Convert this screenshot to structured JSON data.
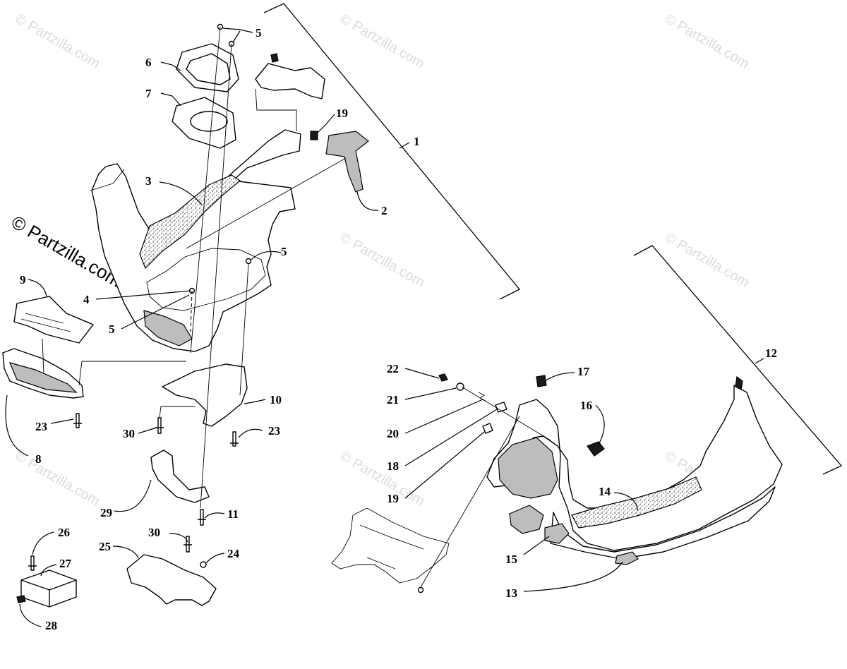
{
  "watermarks": {
    "small": "© Partzilla.com",
    "large": "© Partzilla.com"
  },
  "callouts": {
    "c1": "1",
    "c2": "2",
    "c3": "3",
    "c4": "4",
    "c5a": "5",
    "c5b": "5",
    "c5c": "5",
    "c6": "6",
    "c7": "7",
    "c8": "8",
    "c9": "9",
    "c10": "10",
    "c11": "11",
    "c12": "12",
    "c13": "13",
    "c14": "14",
    "c15": "15",
    "c16": "16",
    "c17": "17",
    "c18": "18",
    "c19a": "19",
    "c19b": "19",
    "c20": "20",
    "c21": "21",
    "c22": "22",
    "c23a": "23",
    "c23b": "23",
    "c24": "24",
    "c25": "25",
    "c26": "26",
    "c27": "27",
    "c28": "28",
    "c29": "29",
    "c30a": "30",
    "c30b": "30"
  },
  "colors": {
    "line": "#000000",
    "background": "#ffffff",
    "watermark": "#dcdcdc"
  }
}
